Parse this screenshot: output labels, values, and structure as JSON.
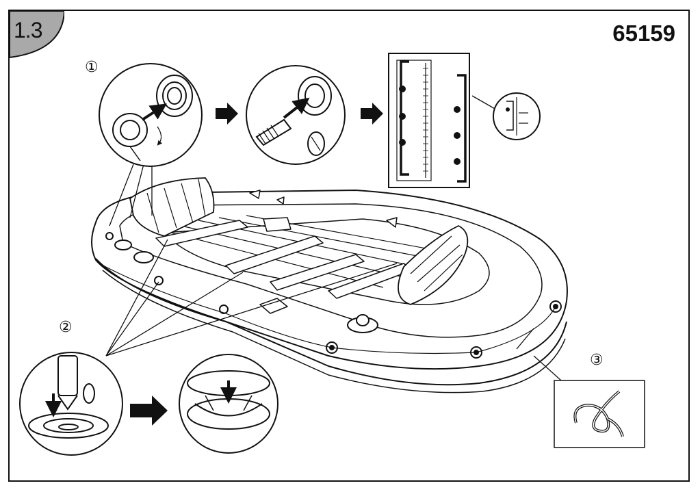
{
  "step_number": "1.3",
  "model_number": "65159",
  "step_markers": [
    "①",
    "②",
    "③"
  ],
  "icons": [
    "valve-cap-icon",
    "pump-hose-icon",
    "pressure-gauge-icon",
    "gauge-scale-icon",
    "push-valve-icon",
    "valve-closed-icon",
    "rope-knot-icon",
    "inflatable-boat-icon",
    "arrow-right-icon"
  ]
}
